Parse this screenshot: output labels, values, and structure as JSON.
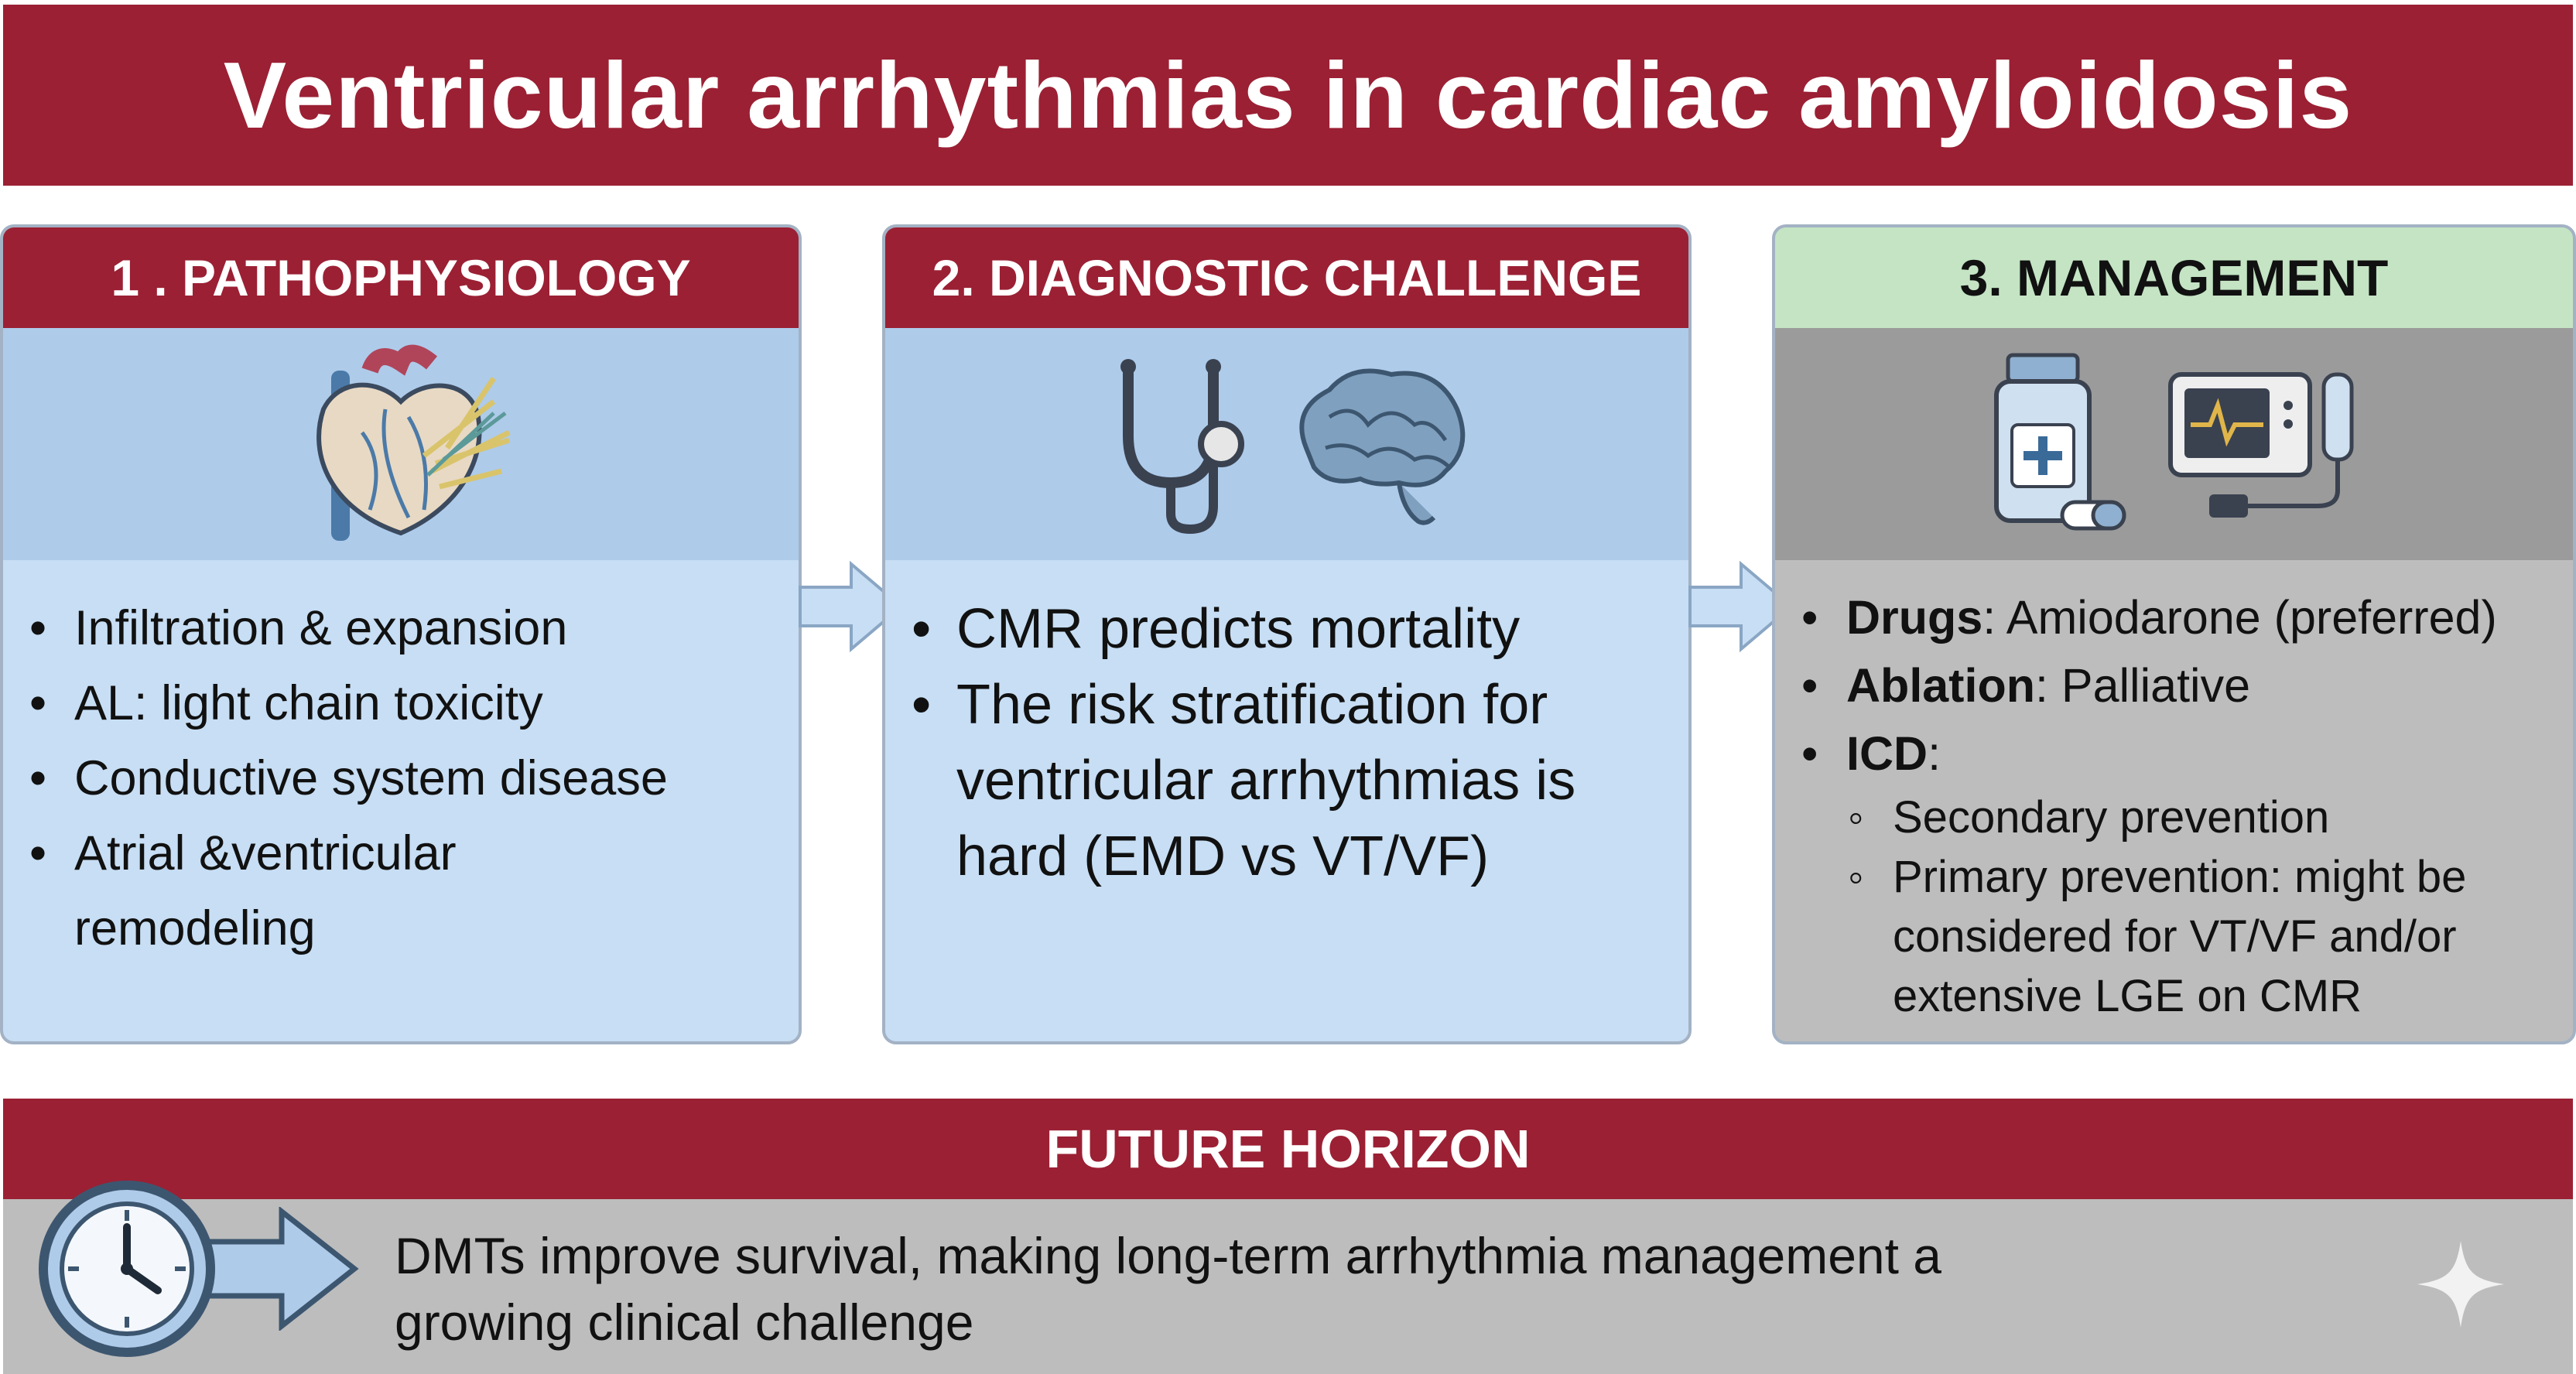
{
  "title": "Ventricular arrhythmias in cardiac amyloidosis",
  "panels": [
    {
      "heading": "1 . PATHOPHYSIOLOGY",
      "icons": [
        "heart-icon"
      ],
      "bullets": [
        "Infiltration & expansion",
        "AL: light chain toxicity",
        "Conductive system disease",
        "Atrial &ventricular",
        "remodeling"
      ]
    },
    {
      "heading": "2. DIAGNOSTIC CHALLENGE",
      "icons": [
        "stethoscope-icon",
        "brain-icon"
      ],
      "bullets": [
        "CMR predicts mortality",
        "The risk stratification for ventricular arrhythmias is hard (EMD vs VT/VF)"
      ]
    },
    {
      "heading": "3. MANAGEMENT",
      "icons": [
        "medicine-bottle-icon",
        "defibrillator-icon"
      ],
      "items": [
        {
          "bold": "Drugs",
          "rest": ": Amiodarone (preferred)"
        },
        {
          "bold": "Ablation",
          "rest": ": Palliative"
        },
        {
          "bold": "ICD",
          "rest": ":"
        }
      ],
      "sub_items": [
        "Secondary prevention",
        "Primary prevention: might be considered for VT/VF and/or extensive LGE on CMR"
      ]
    }
  ],
  "future": {
    "heading": "FUTURE HORIZON",
    "icons": [
      "clock-icon",
      "right-arrow-icon"
    ],
    "text": "DMTs improve survival, making long-term arrhythmia management a growing clinical challenge"
  },
  "colors": {
    "maroon": "#9b2034",
    "light_blue": "#c7def4",
    "mid_blue": "#aecbea",
    "gray": "#bdbdbd",
    "green_header": "#c4e4c4"
  }
}
